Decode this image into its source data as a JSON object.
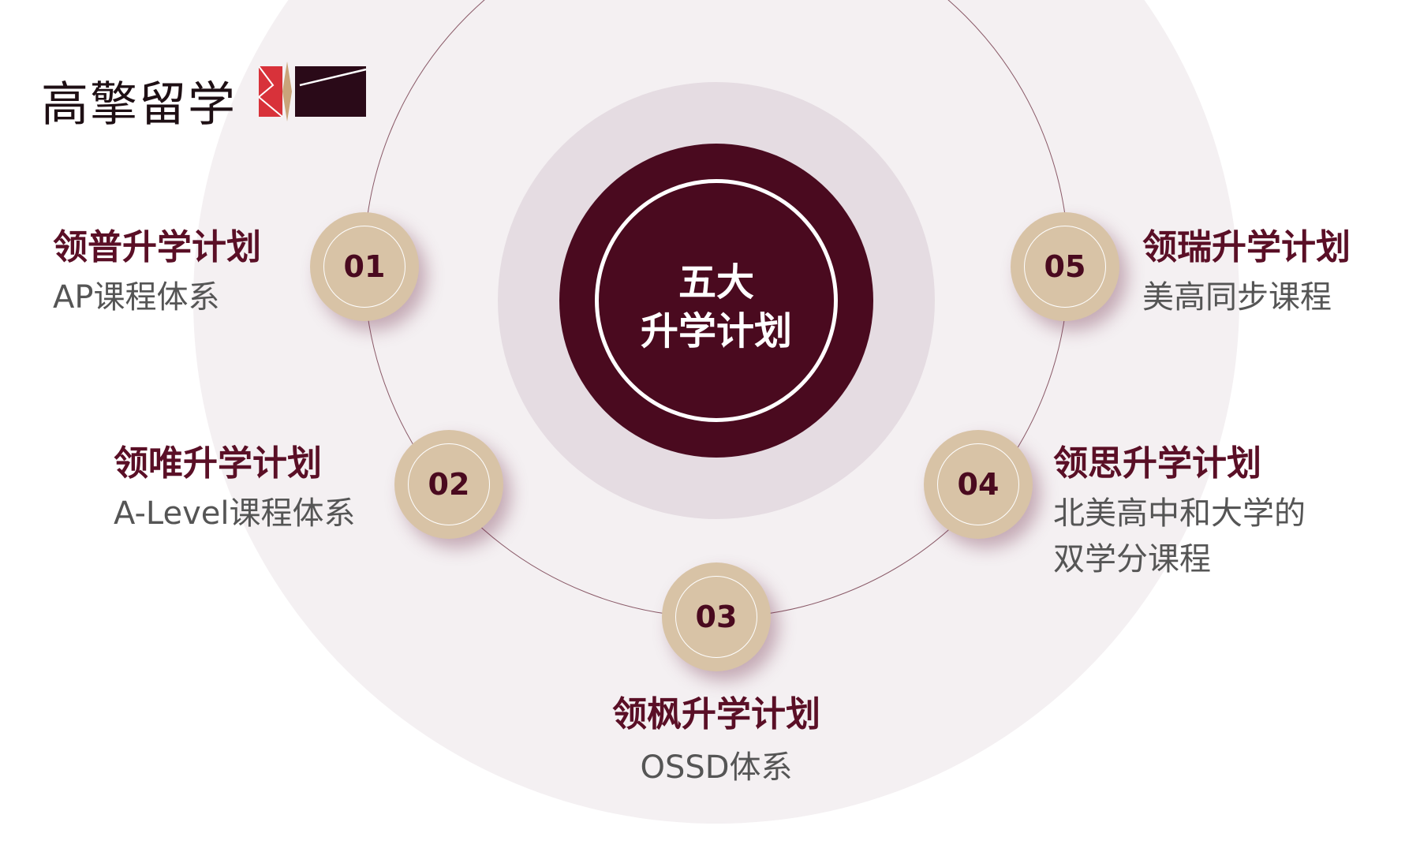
{
  "brand": {
    "name": "高擎留学",
    "colors": {
      "red": "#d8323a",
      "dark": "#2a0a18",
      "gold": "#c9a47a"
    }
  },
  "center": {
    "line1": "五大",
    "line2": "升学计划"
  },
  "plans": [
    {
      "number": "01",
      "title": "领普升学计划",
      "subtitle": [
        "AP课程体系"
      ]
    },
    {
      "number": "02",
      "title": "领唯升学计划",
      "subtitle": [
        "A-Level课程体系"
      ]
    },
    {
      "number": "03",
      "title": "领枫升学计划",
      "subtitle": [
        "OSSD体系"
      ]
    },
    {
      "number": "04",
      "title": "领思升学计划",
      "subtitle": [
        "北美高中和大学的",
        "双学分课程"
      ]
    },
    {
      "number": "05",
      "title": "领瑞升学计划",
      "subtitle": [
        "美高同步课程"
      ]
    }
  ],
  "colors": {
    "accent": "#4a0a1f",
    "badge": "#d8c3a6",
    "background": "#f4f0f2"
  }
}
